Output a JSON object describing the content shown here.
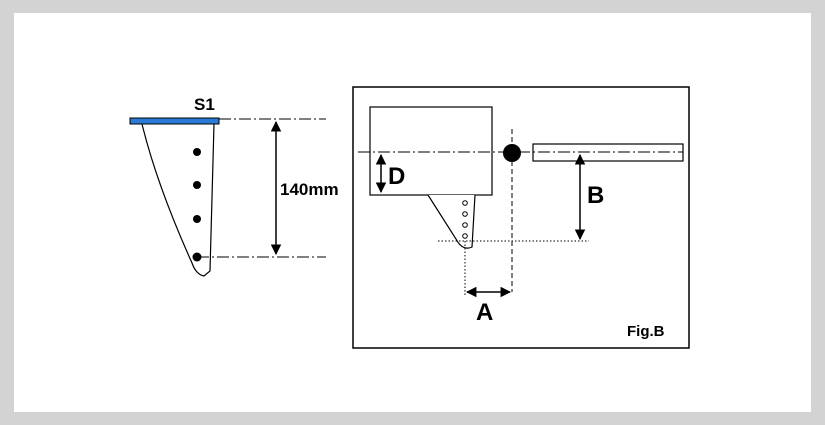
{
  "left_figure": {
    "part_label": "S1",
    "dimension_label": "140mm",
    "hole_count": 4
  },
  "right_figure": {
    "label_d": "D",
    "label_b": "B",
    "label_a": "A",
    "caption": "Fig.B",
    "hole_count": 4
  },
  "colors": {
    "plate": "#2a7bd6",
    "line": "#000000",
    "background": "#d3d3d3",
    "panel": "#ffffff"
  }
}
